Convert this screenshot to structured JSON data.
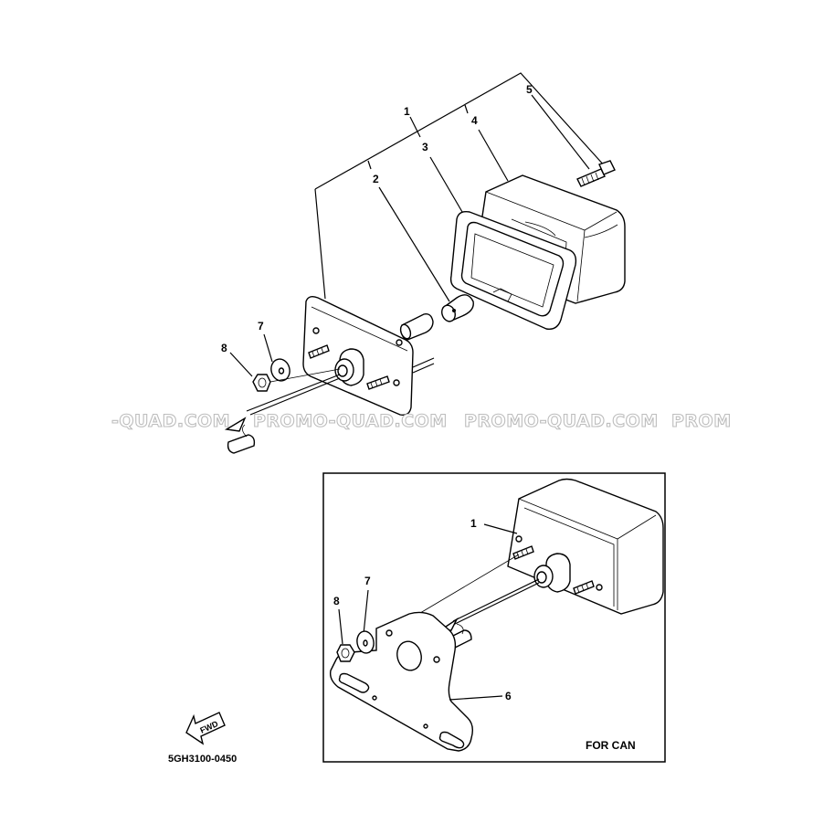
{
  "callouts": {
    "upper": {
      "p1": "1",
      "p2": "2",
      "p3": "3",
      "p4": "4",
      "p5": "5",
      "p7": "7",
      "p8": "8"
    },
    "lower": {
      "p1": "1",
      "p6": "6",
      "p7": "7",
      "p8": "8"
    }
  },
  "inset_label": "FOR CAN",
  "fwd_label": "FWD",
  "drawing_code": "5GH3100-0450",
  "watermarks": [
    "-QUAD.COM",
    "PROMO-QUAD.COM",
    "PROMO-QUAD.COM",
    "PROM"
  ],
  "colors": {
    "line": "#000000",
    "watermark": "#bdbdbd",
    "background": "#ffffff"
  }
}
